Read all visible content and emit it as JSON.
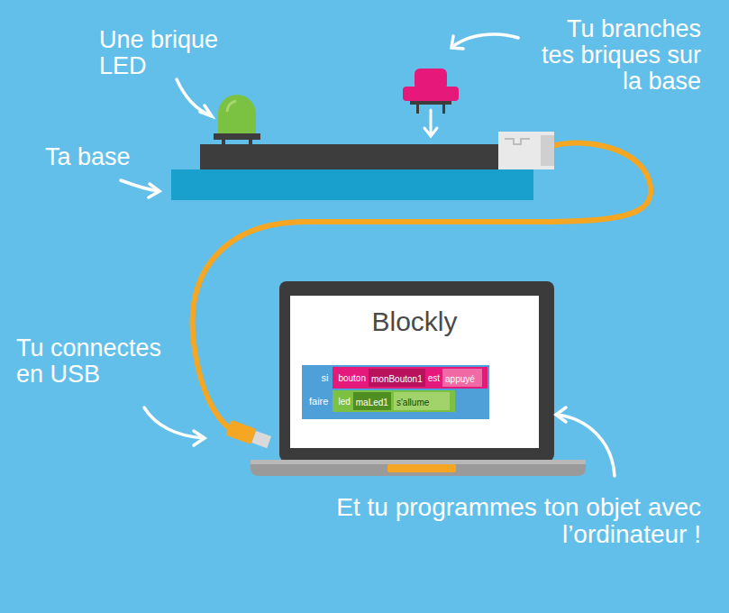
{
  "diagram": {
    "nodes": [
      {
        "text": [
          "Blockly"
        ]
      },
      {
        "text": [
          "si",
          "faire"
        ],
        "in": 0
      },
      {
        "text": [
          "bouton",
          "est"
        ],
        "in": 1
      },
      {
        "text": [
          "monBouton1"
        ],
        "in": 2
      },
      {
        "text": [
          "appuyé"
        ],
        "in": 2
      },
      {
        "text": [
          "led"
        ],
        "in": 1
      },
      {
        "text": [
          "maLed1"
        ],
        "in": 5
      },
      {
        "text": [
          "s'allume"
        ],
        "in": 5
      }
    ],
    "labels": [
      "Une brique LED",
      "Tu branches tes briques sur la base",
      "Ta base",
      "Tu connectes en USB",
      "Et tu programmes ton objet avec l’ordinateur !"
    ]
  }
}
